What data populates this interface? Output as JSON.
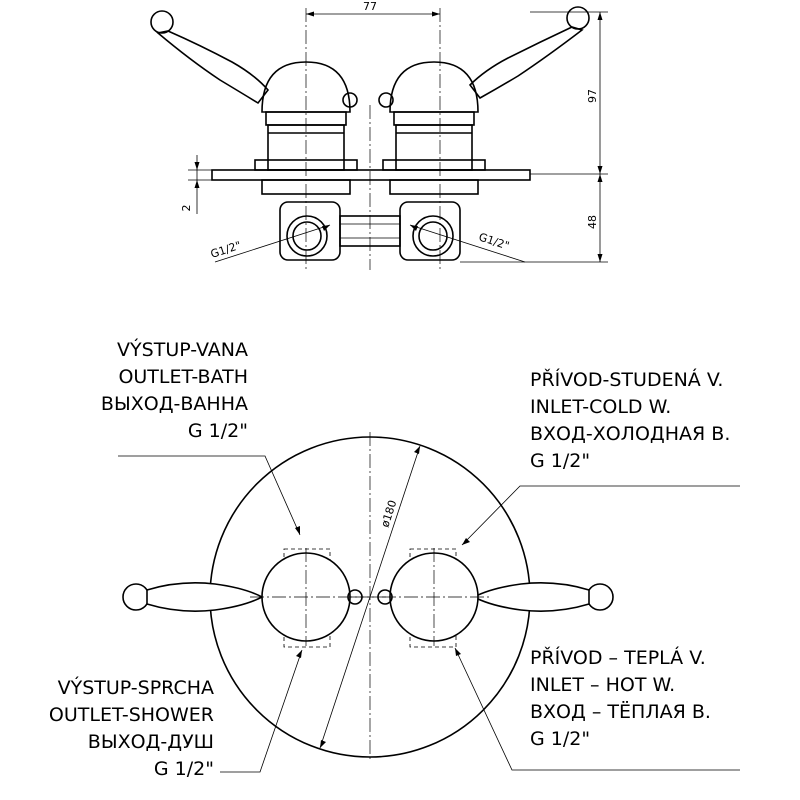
{
  "top_view": {
    "dim_spacing": "77",
    "dim_height": "97",
    "dim_depth": "48",
    "dim_plate": "2",
    "thread_left": "G1/2\"",
    "thread_right": "G1/2\""
  },
  "front_view": {
    "diameter": "ø180",
    "labels": {
      "outlet_bath": [
        "VÝSTUP-VANA",
        "OUTLET-BATH",
        "ВЫХОД-ВАННА",
        "G 1/2\""
      ],
      "inlet_cold": [
        "PŘÍVOD-STUDENÁ V.",
        "INLET-COLD W.",
        "ВХОД-ХОЛОДНАЯ В.",
        "G 1/2\""
      ],
      "outlet_shower": [
        "VÝSTUP-SPRCHA",
        "OUTLET-SHOWER",
        "ВЫХОД-ДУШ",
        "G 1/2\""
      ],
      "inlet_hot": [
        "PŘÍVOD – TEPLÁ V.",
        "INLET – HOT W.",
        "ВХОД – ТЁПЛАЯ В.",
        "G 1/2\""
      ]
    }
  }
}
